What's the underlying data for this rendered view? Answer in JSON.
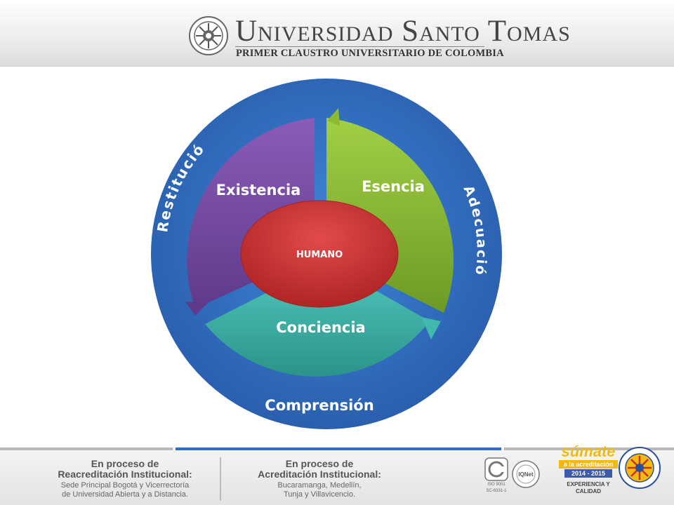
{
  "header": {
    "title": "Universidad Santo Tomas",
    "subtitle": "PRIMER CLAUSTRO UNIVERSITARIO DE COLOMBIA"
  },
  "diagram": {
    "center": "HUMANO",
    "segments": {
      "existencia": "Existencia",
      "esencia": "Esencia",
      "conciencia": "Conciencia"
    },
    "outer_labels": {
      "restitucion": "Restitución",
      "adecuacion": "Adecuación",
      "comprension": "Comprensión"
    },
    "colors": {
      "outer_ring": "#2f6dc2",
      "existencia": "#7b4fa3",
      "esencia": "#8cba33",
      "conciencia": "#3fb8ad",
      "center": "#c92f2f"
    }
  },
  "footer": {
    "left_heading": "En proceso de\nReacreditación Institucional:",
    "left_body": "Sede Principal Bogotá y Vicerrectoría\nde Universidad Abierta y a Distancia.",
    "right_heading": "En proceso de\nAcreditación Institucional:",
    "right_body": "Bucaramanga, Medellín,\nTunja y Villavicencio.",
    "cert_icontec": "ISO 9001",
    "cert_code": "SC-6331-1",
    "cert_iqnet": "IQNet",
    "sumate_title": "súmate",
    "sumate_line2": "a la acreditación",
    "sumate_years": "2014 - 2015",
    "sumate_tagline": "EXPERIENCIA Y CALIDAD"
  }
}
